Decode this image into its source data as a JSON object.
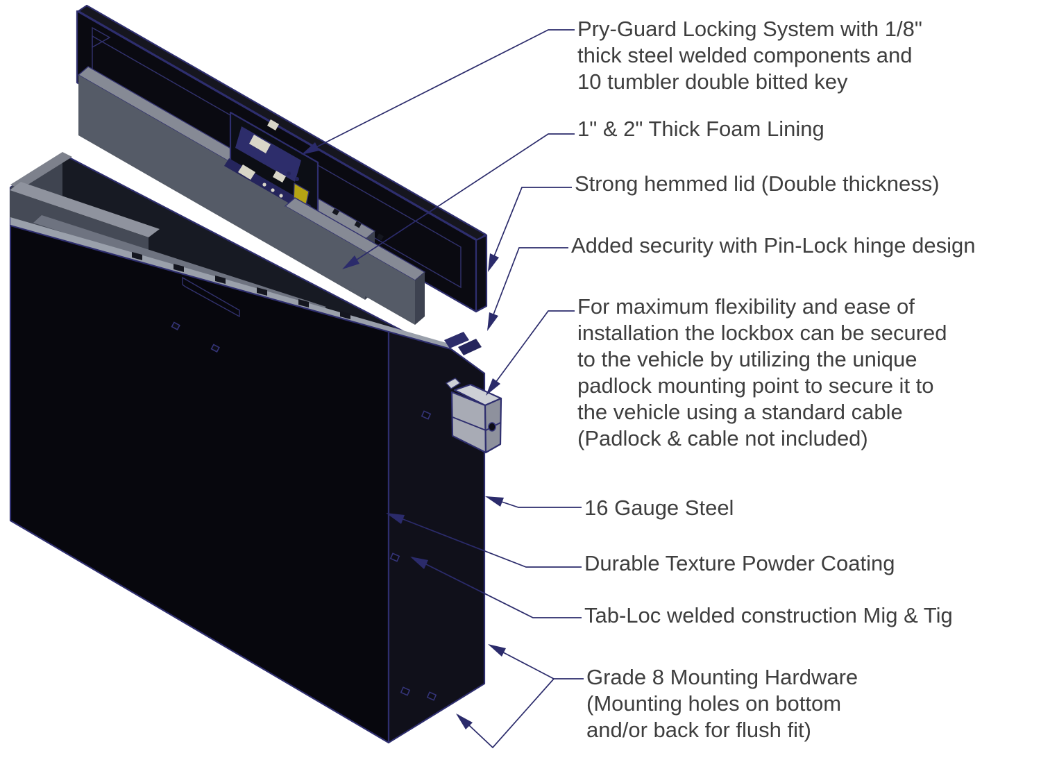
{
  "callouts": [
    {
      "id": "pry-guard-locking-system",
      "text": "Pry-Guard Locking System with 1/8\"\nthick steel welded components and\n10 tumbler double bitted key"
    },
    {
      "id": "foam-lining",
      "text": "1\" & 2\" Thick Foam Lining"
    },
    {
      "id": "hemmed-lid",
      "text": "Strong hemmed lid (Double thickness)"
    },
    {
      "id": "pin-lock-hinge",
      "text": "Added security with Pin-Lock hinge design"
    },
    {
      "id": "padlock-mounting-point",
      "text": "For maximum flexibility and ease of\ninstallation the lockbox can be secured\nto the vehicle by utilizing the unique\npadlock mounting point to secure it to\nthe vehicle using a standard cable\n(Padlock & cable not included)"
    },
    {
      "id": "gauge-steel",
      "text": "16 Gauge Steel"
    },
    {
      "id": "powder-coating",
      "text": "Durable Texture Powder Coating"
    },
    {
      "id": "tab-loc-welds",
      "text": "Tab-Loc welded construction Mig & Tig"
    },
    {
      "id": "mounting-hardware",
      "text": "Grade 8 Mounting Hardware\n(Mounting holes on bottom\nand/or back for flush fit)"
    }
  ],
  "colors": {
    "background": "#ffffff",
    "text": "#3e3e3e",
    "leader_line": "#2b2b6b",
    "outline_navy": "#2e2e6e",
    "box_front": "#07070d",
    "box_side": "#10101a",
    "lid_face": "#0a0a11",
    "interior": "#171a23",
    "foam_top_gray": "#868a95",
    "foam_front_gray": "#555b67",
    "box_foam_gray": "#8f939e",
    "rim_strip_gray": "#9aa0ab",
    "lock_accent_yellow": "#b5a414",
    "lock_cream": "#d9d6c8",
    "padlock_mount_gray": "#cdd0d6"
  }
}
